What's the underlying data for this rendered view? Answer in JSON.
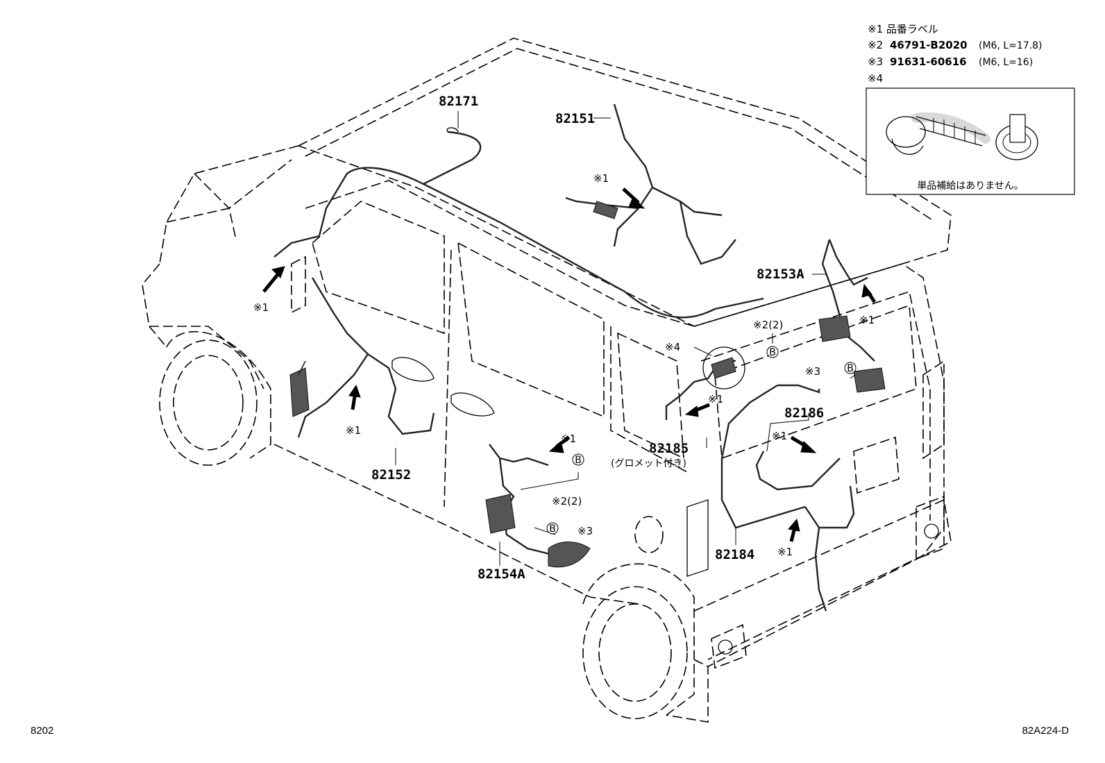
{
  "legend": {
    "note1": "※1 品番ラベル",
    "note2_mark": "※2",
    "note2_part": "46791-B2020",
    "note2_spec": "(M6, L=17.8)",
    "note3_mark": "※3",
    "note3_part": "91631-60616",
    "note3_spec": "(M6, L=16)",
    "note4": "※4",
    "inset_caption": "単品補給はありません。"
  },
  "callouts": {
    "p82171": "82171",
    "p82151": "82151",
    "p82153A": "82153A",
    "p82152": "82152",
    "p82154A": "82154A",
    "p82185": "82185",
    "p82185_note": "(グロメット付き)",
    "p82186": "82186",
    "p82184": "82184"
  },
  "marks": {
    "m1": "※1",
    "m3": "※3",
    "m4": "※4",
    "m2x2": "※2(2)",
    "b": "B"
  },
  "footer": {
    "left_code": "8202",
    "right_code": "82A224-D"
  }
}
